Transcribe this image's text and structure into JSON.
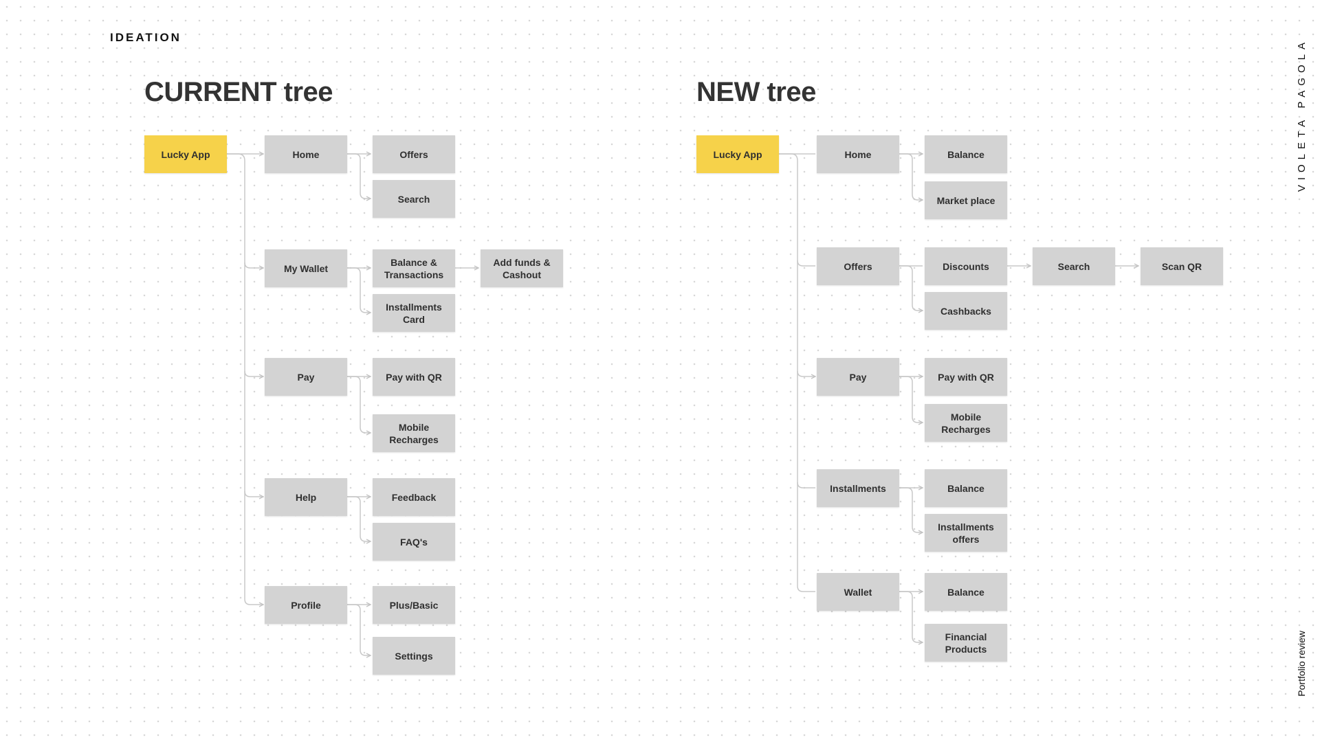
{
  "header": {
    "section_label": "IDEATION",
    "side_name": "VIOLETA PAGOLA",
    "side_footer": "Portfolio review"
  },
  "colors": {
    "root_node": "#f6d24a",
    "node": "#d3d3d3",
    "connector": "#c8c8c8",
    "text": "#2f2f2f"
  },
  "current_tree": {
    "title": "CURRENT tree",
    "root": "Lucky App",
    "home": "Home",
    "offers": "Offers",
    "search": "Search",
    "my_wallet": "My Wallet",
    "balance_transactions": [
      "Balance &",
      "Transactions"
    ],
    "add_funds": [
      "Add funds &",
      "Cashout"
    ],
    "installments_card": [
      "Installments",
      "Card"
    ],
    "pay": "Pay",
    "pay_with_qr": "Pay with QR",
    "mobile_recharges": [
      "Mobile",
      "Recharges"
    ],
    "help": "Help",
    "feedback": "Feedback",
    "faqs": "FAQ's",
    "profile": "Profile",
    "plus_basic": "Plus/Basic",
    "settings": "Settings"
  },
  "new_tree": {
    "title": "NEW tree",
    "root": "Lucky App",
    "home": "Home",
    "home_balance": "Balance",
    "market_place": "Market place",
    "offers": "Offers",
    "discounts": "Discounts",
    "search": "Search",
    "scan_qr": "Scan QR",
    "cashbacks": "Cashbacks",
    "pay": "Pay",
    "pay_with_qr": "Pay with QR",
    "mobile_recharges": [
      "Mobile",
      "Recharges"
    ],
    "installments": "Installments",
    "installments_balance": "Balance",
    "installments_offers": [
      "Installments",
      "offers"
    ],
    "wallet": "Wallet",
    "wallet_balance": "Balance",
    "financial_products": [
      "Financial",
      "Products"
    ]
  }
}
